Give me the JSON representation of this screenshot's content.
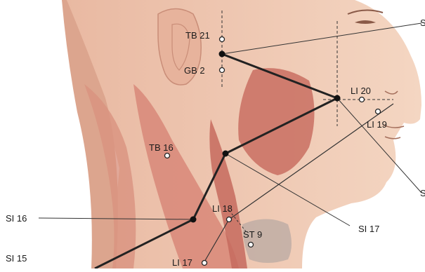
{
  "labels": {
    "tb21": "TB 21",
    "gb2": "GB 2",
    "li20": "LI 20",
    "li19": "LI 19",
    "tb16": "TB 16",
    "si16": "SI 16",
    "li18": "LI 18",
    "st9": "ST 9",
    "si17": "SI 17",
    "si15": "SI 15",
    "li17": "LI 17",
    "cut_top_right": "S",
    "cut_mid_right": "S"
  },
  "colors": {
    "skin": "#f2cdb5",
    "muscle": "#d98b7b",
    "muscle_dark": "#c56a5e",
    "line": "#222222"
  }
}
